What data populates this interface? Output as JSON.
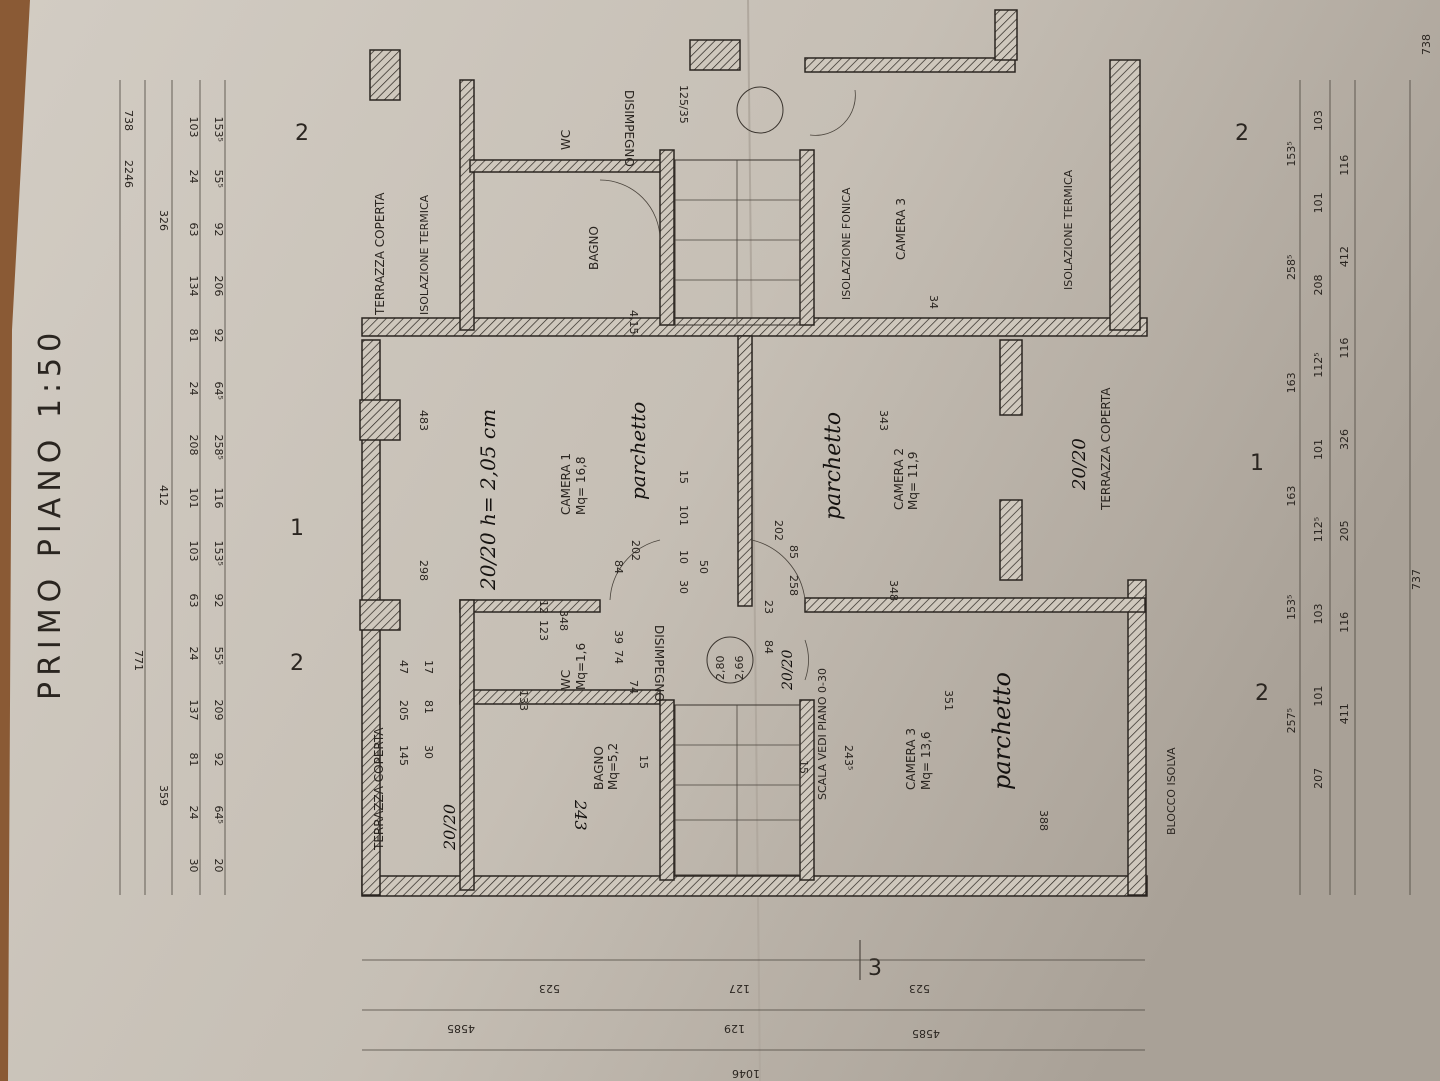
{
  "title": "PRIMO PIANO 1:50",
  "colors": {
    "paper": "#cbc4ba",
    "paper_dark": "#a9a197",
    "ink": "#2a2520",
    "wood": "#8a5a35"
  },
  "rooms": {
    "terrazza_top": "TERRAZZA COPERTA",
    "isolazione_termica_top": "ISOLAZIONE TERMICA",
    "wc_top": "WC",
    "bagno_top": "BAGNO",
    "disimpegno_top": "DISIMPEGNO",
    "camera3_top": "CAMERA 3",
    "isolazione_fonica": "ISOLAZIONE FONICA",
    "isolazione_termica_right": "ISOLAZIONE TERMICA",
    "camera1": "CAMERA 1",
    "camera1_area": "Mq= 16,8",
    "camera2": "CAMERA 2",
    "camera2_area": "Mq= 11,9",
    "camera3": "CAMERA 3",
    "camera3_area": "Mq= 13,6",
    "bagno": "BAGNO",
    "bagno_area": "Mq=5,2",
    "wc": "WC",
    "wc_area": "Mq=1,6",
    "disimpegno": "DISIMPEGNO",
    "terrazza_left": "TERRAZZA COPERTA",
    "terrazza_right": "TERRAZZA COPERTA",
    "scala": "SCALA VEDI PIANO 0-30",
    "blocco": "BLOCCO ISOLVA"
  },
  "handwritten": {
    "height_note": "20/20 h= 2,05 cm",
    "parchetto_1": "parchetto",
    "parchetto_2": "parchetto",
    "parchetto_3": "parchetto",
    "col_1": "20/20",
    "col_2": "20/20",
    "col_3": "20/20",
    "bagno_243": "243"
  },
  "section_marks": [
    "2",
    "1",
    "2",
    "2",
    "1",
    "2",
    "3"
  ],
  "dimensions_top": {
    "total": "2246",
    "right": "738",
    "left_total": "771",
    "row1": [
      "359",
      "412",
      "326"
    ],
    "row2": [
      "30",
      "24",
      "81",
      "137",
      "24",
      "63",
      "103",
      "101",
      "208",
      "24",
      "81",
      "134",
      "63",
      "24",
      "103"
    ],
    "row3": [
      "20",
      "64⁵",
      "92",
      "209",
      "55⁵",
      "92",
      "153⁵",
      "116",
      "258⁵",
      "64⁵",
      "92",
      "206",
      "92",
      "55⁵",
      "153⁵"
    ]
  },
  "dimensions_bottom": {
    "row1": [
      "257⁵",
      "153⁵",
      "163",
      "163",
      "258⁵",
      "153⁵"
    ],
    "row2": [
      "207",
      "101",
      "103",
      "112⁵",
      "101",
      "112⁵",
      "208",
      "101",
      "103"
    ],
    "row3": [
      "411",
      "116",
      "205",
      "326",
      "116",
      "412",
      "116"
    ],
    "total": [
      "737",
      "738"
    ]
  },
  "dimensions_left": [
    "4585",
    "523",
    "129",
    "127",
    "523",
    "4585",
    "1046"
  ],
  "dimensions_inner": [
    "483",
    "298",
    "348",
    "202",
    "84",
    "101",
    "15",
    "50",
    "30",
    "10",
    "202",
    "85",
    "258",
    "343",
    "348",
    "351",
    "388",
    "243⁵",
    "84",
    "23",
    "39",
    "74",
    "74",
    "123",
    "133",
    "12",
    "2,80",
    "2,66",
    "145",
    "30",
    "205",
    "81",
    "47",
    "17",
    "15",
    "15",
    "4,15",
    "34",
    "125/35"
  ]
}
